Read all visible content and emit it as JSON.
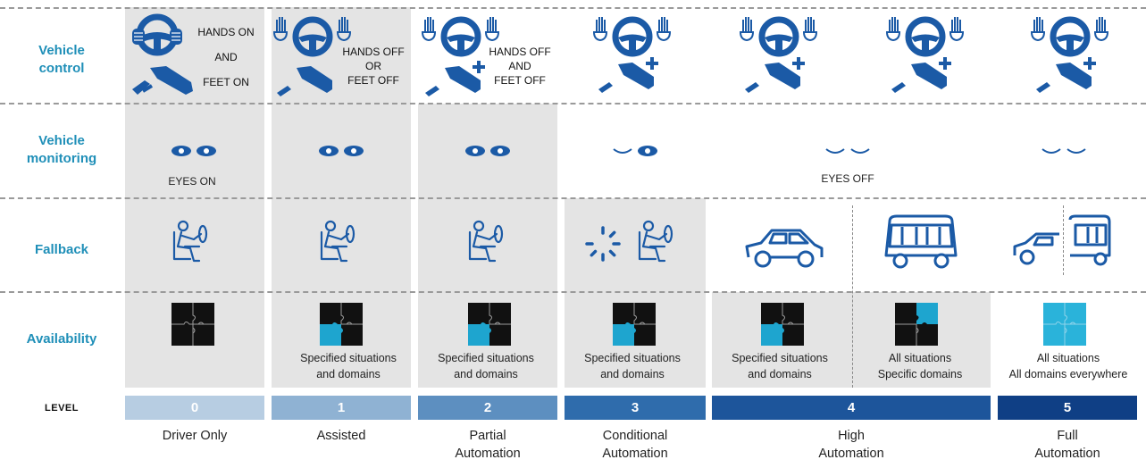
{
  "row_labels": {
    "control": [
      "Vehicle",
      "control"
    ],
    "monitoring": [
      "Vehicle",
      "monitoring"
    ],
    "fallback": "Fallback",
    "availability": "Availability",
    "level": "LEVEL"
  },
  "control_text": {
    "l0": [
      "HANDS ON",
      "AND",
      "FEET ON"
    ],
    "l1": [
      "HANDS OFF",
      "OR",
      "FEET OFF"
    ],
    "l2": [
      "HANDS OFF",
      "AND",
      "FEET OFF"
    ]
  },
  "eyes": {
    "on": "EYES ON",
    "off": "EYES OFF"
  },
  "availability": {
    "l1": [
      "Specified situations",
      "and domains"
    ],
    "l2": [
      "Specified situations",
      "and domains"
    ],
    "l3": [
      "Specified situations",
      "and domains"
    ],
    "l4a": [
      "Specified situations",
      "and domains"
    ],
    "l4b": [
      "All situations",
      "Specific domains"
    ],
    "l5": [
      "All situations",
      "All domains everywhere"
    ]
  },
  "levels": [
    {
      "num": "0",
      "name": [
        "Driver Only"
      ],
      "color": "#b7cde2"
    },
    {
      "num": "1",
      "name": [
        "Assisted"
      ],
      "color": "#8fb2d3"
    },
    {
      "num": "2",
      "name": [
        "Partial",
        "Automation"
      ],
      "color": "#5d8fc0"
    },
    {
      "num": "3",
      "name": [
        "Conditional",
        "Automation"
      ],
      "color": "#2f6cac"
    },
    {
      "num": "4",
      "name": [
        "High",
        "Automation"
      ],
      "color": "#1d559b"
    },
    {
      "num": "5",
      "name": [
        "Full",
        "Automation"
      ],
      "color": "#0f3f85"
    }
  ],
  "colors": {
    "icon_blue": "#1b5aa6",
    "puzzle_cyan": "#1ea5cf",
    "label_teal": "#1f8fb8",
    "box_gray": "#e4e4e4"
  }
}
